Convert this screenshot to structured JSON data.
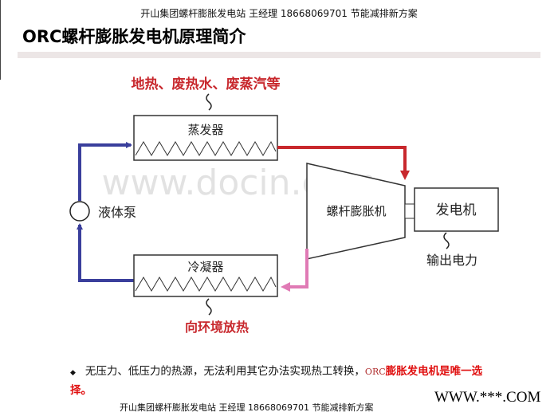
{
  "header_text": "开山集团螺杆膨胀发电站  王经理  18668069701  节能减排新方案",
  "title": "ORC螺杆膨胀发电机原理简介",
  "diagram": {
    "heat_source": "地热、废热水、废蒸汽等",
    "evaporator": "蒸发器",
    "pump": "液体泵",
    "expander": "螺杆膨胀机",
    "generator": "发电机",
    "output": "输出电力",
    "condenser": "冷凝器",
    "heat_release": "向环境放热",
    "watermark": "www.docin.com"
  },
  "bullet": {
    "symbol": "◆",
    "text": "无压力、低压力的热源，无法利用其它办法实现热工转换，",
    "orc": "ORC",
    "emphasis": "膨胀发电机是唯一选择。"
  },
  "footer_text": "开山集团螺杆膨胀发电站  王经理  18668069701  节能减排新方案",
  "footer_url": "WWW.***.COM",
  "colors": {
    "red": "#c8282d",
    "blue": "#3a3f9c",
    "pink": "#e07ab5"
  }
}
